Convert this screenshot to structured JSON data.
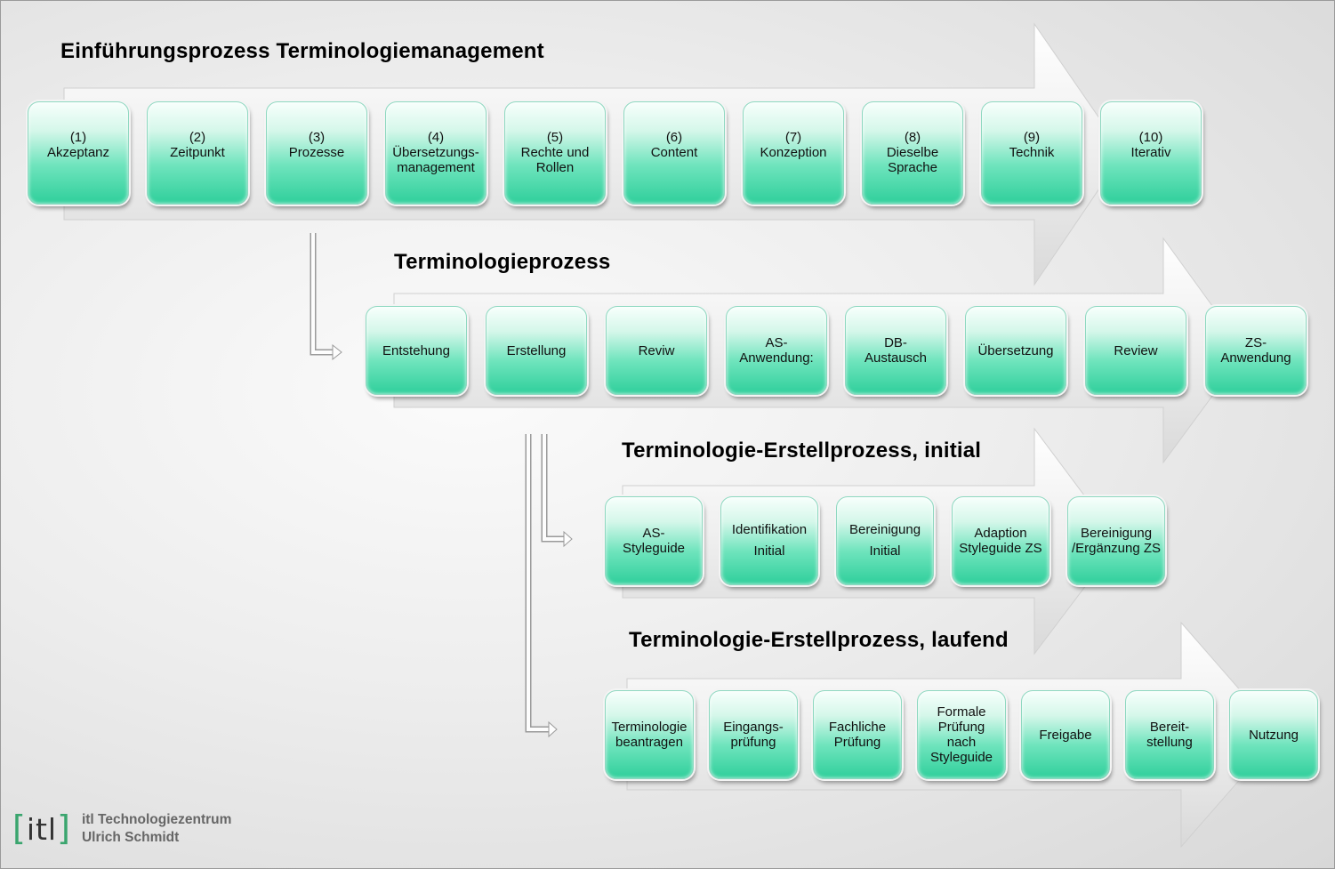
{
  "sections": [
    {
      "title": "Einführungsprozess  Terminologiemanagement",
      "steps": [
        "(1)\nAkzeptanz",
        "(2)\nZeitpunkt",
        "(3)\nProzesse",
        "(4)\nÜbersetzungs-\nmanagement",
        "(5)\nRechte und\nRollen",
        "(6)\nContent",
        "(7)\nKonzeption",
        "(8)\nDieselbe\nSprache",
        "(9)\nTechnik",
        "(10)\nIterativ"
      ]
    },
    {
      "title": "Terminologieprozess",
      "steps": [
        "Entstehung",
        "Erstellung",
        "Reviw",
        "AS-\nAnwendung:",
        "DB-\nAustausch",
        "Übersetzung",
        "Review",
        "ZS-\nAnwendung"
      ]
    },
    {
      "title": "Terminologie-Erstellprozess, initial",
      "steps": [
        "AS-\nStyleguide",
        "Identifikation\nInitial",
        "Bereinigung\nInitial",
        "Adaption\nStyleguide ZS",
        "Bereinigung\n/Ergänzung ZS"
      ]
    },
    {
      "title": "Terminologie-Erstellprozess, laufend",
      "steps": [
        "Terminologie\nbeantragen",
        "Eingangs-\nprüfung",
        "Fachliche\nPrüfung",
        "Formale\nPrüfung\nnach\nStyleguide",
        "Freigabe",
        "Bereit-\nstellung",
        "Nutzung"
      ]
    }
  ],
  "logo": {
    "mark": "itl",
    "line1": "itl  Technologiezentrum",
    "line2": "Ulrich  Schmidt"
  },
  "colors": {
    "box_top": "#f7fffc",
    "box_bottom": "#2fcf9b",
    "logo_bracket": "#3aa56e"
  }
}
